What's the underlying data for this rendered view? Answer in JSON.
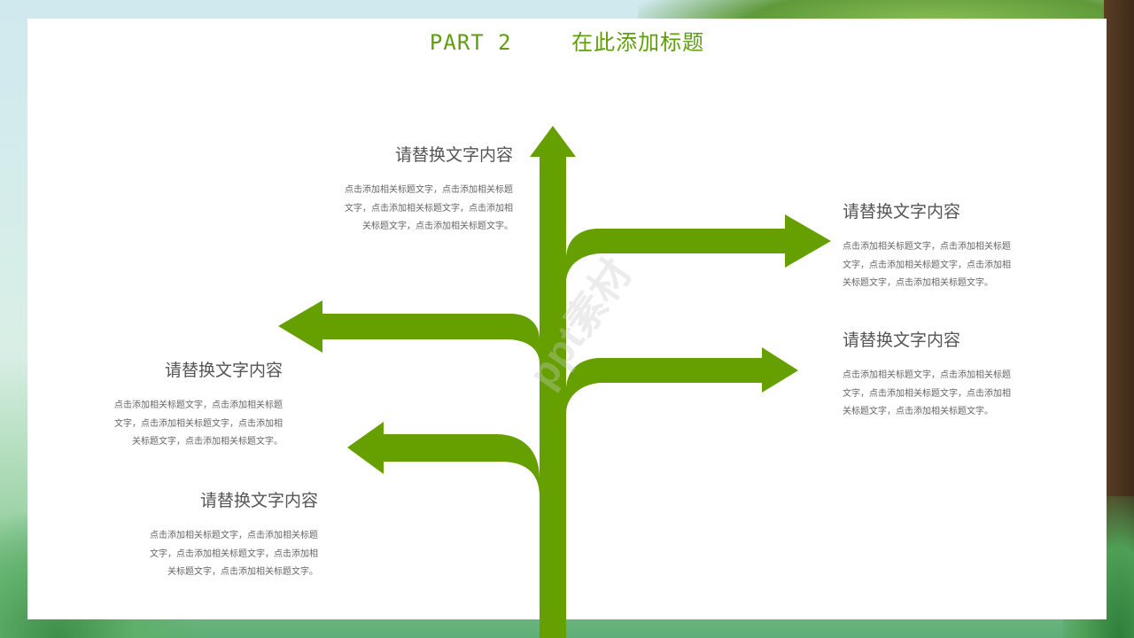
{
  "header": {
    "part_label": "PART 2",
    "title": "在此添加标题"
  },
  "watermark": "ppt素材",
  "colors": {
    "accent": "#66a000",
    "title": "#5f9e0f",
    "heading": "#555555",
    "body": "#666666"
  },
  "blocks": [
    {
      "heading": "请替换文字内容",
      "lines": [
        "点击添加相关标题文字，点击添加相关标题",
        "文字，点击添加相关标题文字，点击添加相",
        "关标题文字，点击添加相关标题文字。"
      ]
    },
    {
      "heading": "请替换文字内容",
      "lines": [
        "点击添加相关标题文字，点击添加相关标题",
        "文字，点击添加相关标题文字，点击添加相",
        "关标题文字，点击添加相关标题文字。"
      ]
    },
    {
      "heading": "请替换文字内容",
      "lines": [
        "点击添加相关标题文字，点击添加相关标题",
        "文字，点击添加相关标题文字，点击添加相",
        "关标题文字，点击添加相关标题文字。"
      ]
    },
    {
      "heading": "请替换文字内容",
      "lines": [
        "点击添加相关标题文字，点击添加相关标题",
        "文字，点击添加相关标题文字，点击添加相",
        "关标题文字，点击添加相关标题文字。"
      ]
    },
    {
      "heading": "请替换文字内容",
      "lines": [
        "点击添加相关标题文字，点击添加相关标题",
        "文字，点击添加相关标题文字，点击添加相",
        "关标题文字，点击添加相关标题文字。"
      ]
    }
  ]
}
